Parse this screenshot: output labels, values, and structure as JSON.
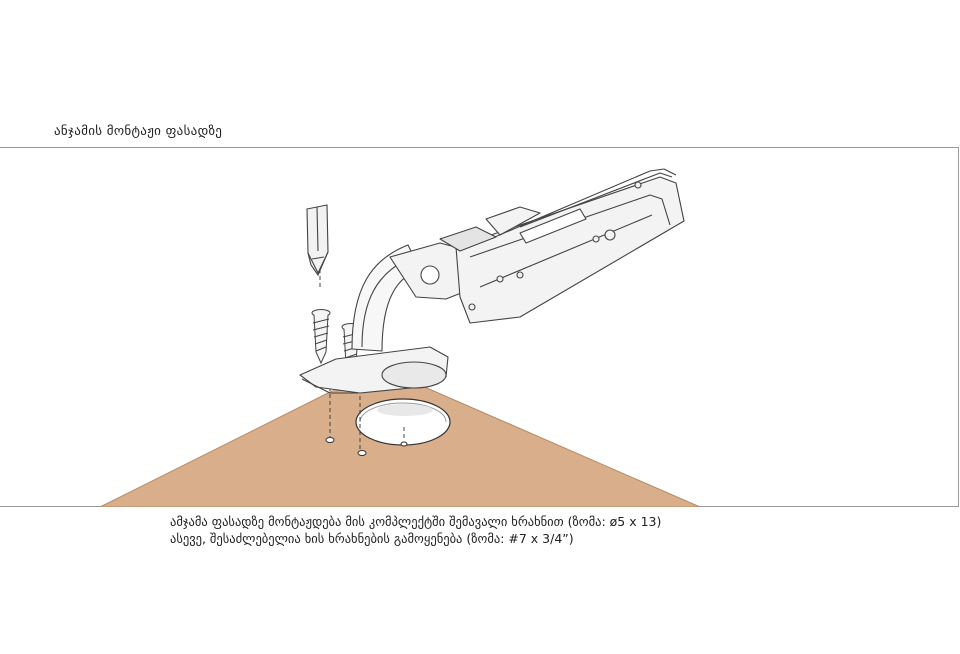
{
  "section": {
    "title": "ანჯამის მონტაჟი ფასადზე"
  },
  "caption": {
    "line1": "ამჯამა ფასადზე მონტაჟდება მის კომპლექტში შემავალი ხრახნით (ზომა: ø5 x 13)",
    "line2": "ასევე, შესაძლებელია ხის ხრახნების გამოყენება (ზომა: #7 x 3/4”)"
  },
  "colors": {
    "board": "#d9ae8a",
    "hinge_fill": "#f3f3f3",
    "line": "#555555",
    "frame": "#9a9a9a"
  },
  "icons": [
    "screwdriver-bit-icon",
    "screw-icon",
    "hinge-icon"
  ]
}
